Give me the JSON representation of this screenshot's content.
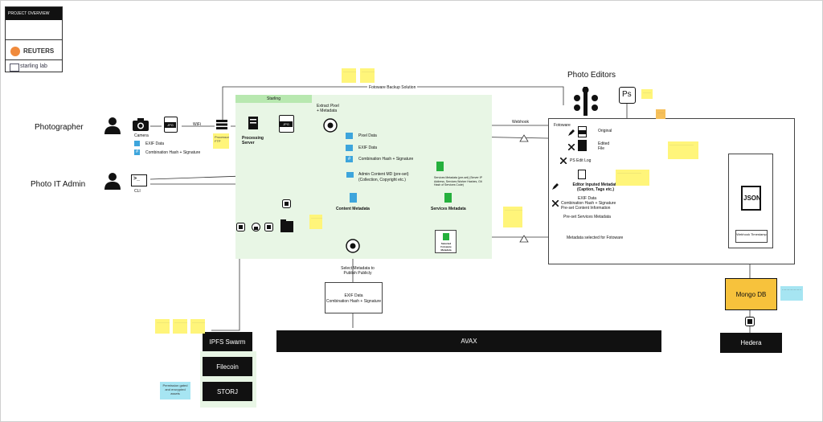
{
  "overview": {
    "header": "PROJECT OVERVIEW",
    "logo_reuters": "REUTERS",
    "logo_starling": "starling lab"
  },
  "actors": {
    "photographer": "Photographer",
    "photo_it_admin": "Photo IT Admin",
    "photo_editors": "Photo Editors"
  },
  "flow": {
    "camera": "Camera",
    "jpg": "JPG",
    "wifi": "WiFi",
    "ftp_label": "Processor FTP",
    "exif_data": "EXIF Data",
    "combination_hash": "Combination Hash + Signature",
    "cli": "CLI",
    "admin_content_md": "Admin Content MD (pre-set)",
    "admin_content_md_sub": "(Collection, Copyright etc.)",
    "fotoware_backup": "Fotoware Backup Solution",
    "starling": "Starling",
    "extract_pixel": "Extract Pixel + Metadata",
    "processing_server": "Processing Server",
    "pixel_data": "Pixel Data",
    "exif_data_2": "EXIF Data",
    "combination_hash_2": "Combination Hash + Signature",
    "services_metadata_note": "Services Metadata (pre-set) (Server IP Address, Services Worker Hashes, Git Hash of Services Code)",
    "content_metadata": "Content Metadata",
    "services_metadata": "Services Metadata",
    "selected_fotoware_md": "Selected Fotoware Metadata",
    "select_metadata": "Select Metadata to Publish Publicly",
    "exif_box": "EXIF Data",
    "exif_box_sub": "Combination Hash + Signature",
    "webhook": "Webhook",
    "ipfs": "IPFS Swarm",
    "filecoin": "Filecoin",
    "storj": "STORJ",
    "avax": "AVAX",
    "mongo": "Mongo DB",
    "hedera": "Hedera",
    "permission_note": "Permission gated and encrypted assets"
  },
  "fotoware": {
    "title": "Fotoware",
    "original": "Original",
    "edited_file": "Edited File",
    "ps_edit_log": "PS Edit Log",
    "editor_md": "Editor Inputed Metadata (Caption, Tags etc.)",
    "exif_data": "EXIF Data",
    "combination_hash": "Combination Hash + Signature",
    "preset_content": "Pre-set Content Information",
    "preset_services": "Pre-set Services Metadata",
    "md_selected": "Metadata selected for Fotoware",
    "json": "JSON",
    "webhook_timestamp": "Webhook Timestamp",
    "ps": "Ps"
  }
}
